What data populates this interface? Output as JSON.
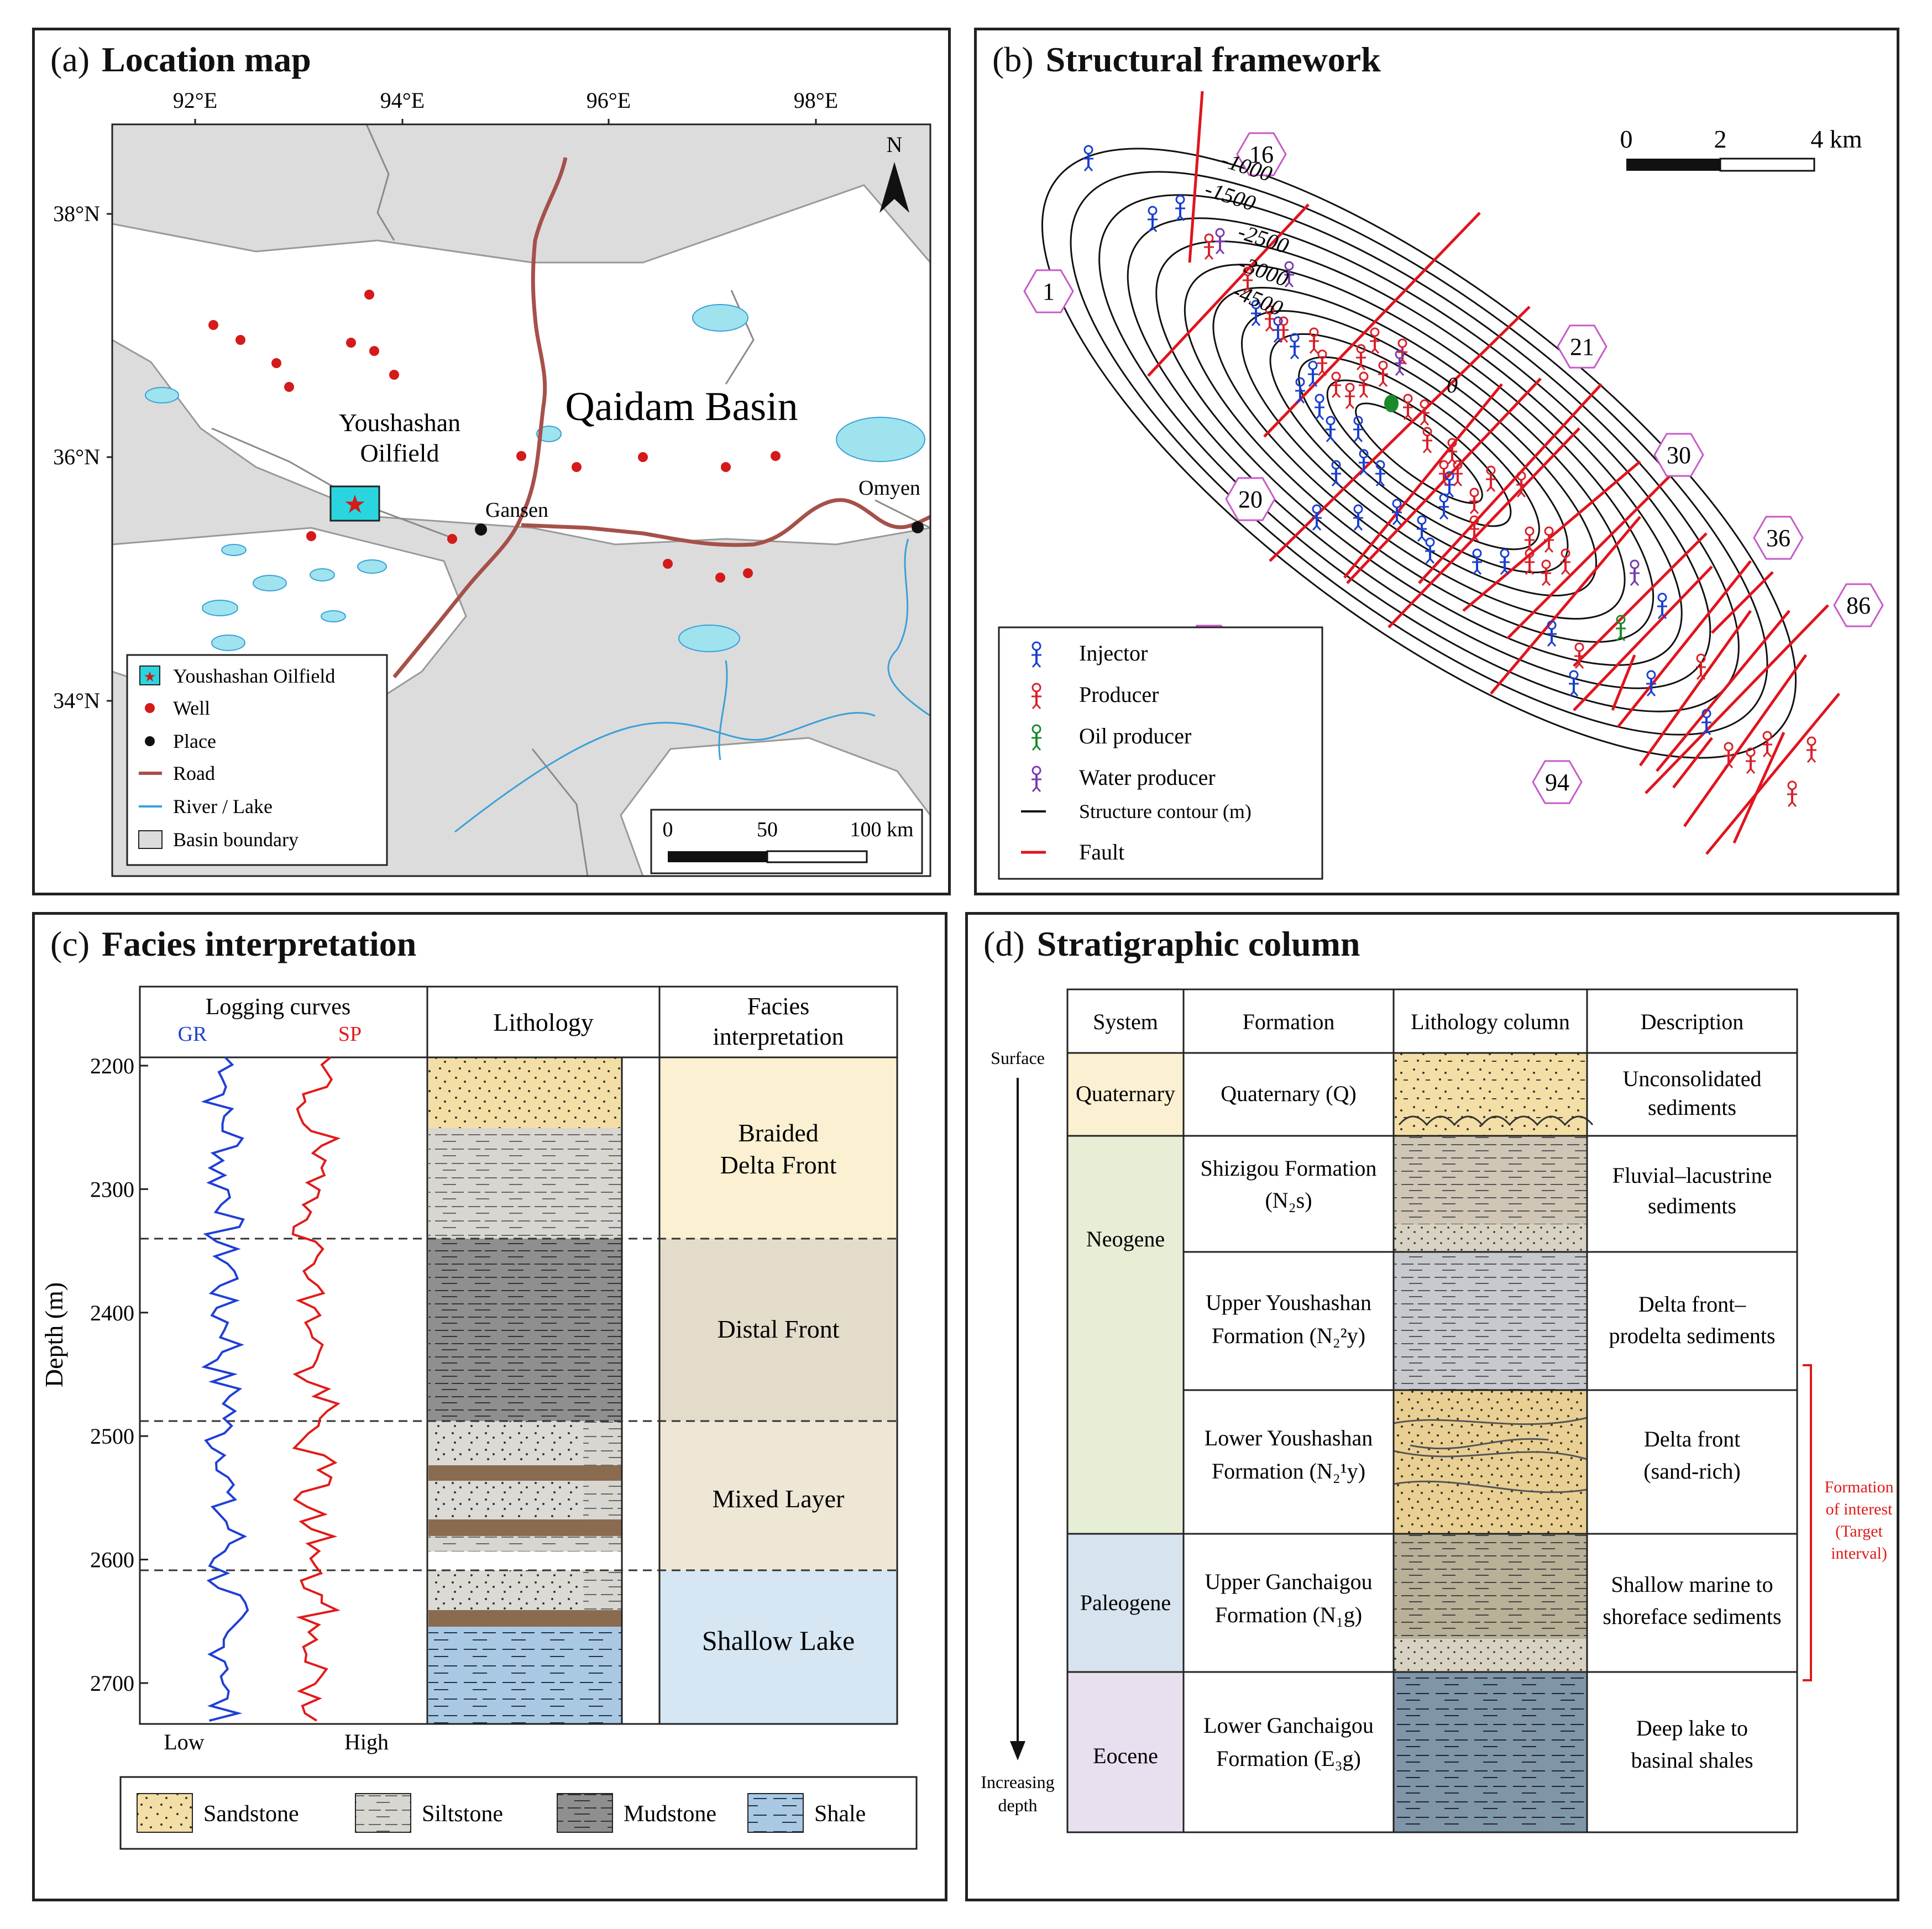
{
  "panels": {
    "a": {
      "tag": "(a)",
      "title": "Location map"
    },
    "b": {
      "tag": "(b)",
      "title": "Structural framework"
    },
    "c": {
      "tag": "(c)",
      "title": "Facies interpretation"
    },
    "d": {
      "tag": "(d)",
      "title": "Stratigraphic column"
    }
  },
  "map": {
    "lon_labels": [
      "92°E",
      "94°E",
      "96°E",
      "98°E"
    ],
    "lat_labels": [
      "38°N",
      "36°N",
      "34°N"
    ],
    "north": "N",
    "basin_label": "Qaidam Basin",
    "oilfield_label_1": "Youshashan",
    "oilfield_label_2": "Oilfield",
    "places": [
      "Gansen",
      "Omyen"
    ],
    "scale": {
      "t0": "0",
      "t1": "50",
      "t2": "100 km"
    },
    "legend": [
      "Youshashan Oilfield",
      "Well",
      "Place",
      "Road",
      "River / Lake",
      "Basin boundary"
    ],
    "colors": {
      "road": "#a5514a",
      "river": "#3aa0d8",
      "lake": "#9fe3ef",
      "basin": "#dcdcdc",
      "well": "#d41a1a"
    }
  },
  "structure": {
    "contour_labels": [
      "-1000",
      "-1500",
      "-2500",
      "-3000",
      "-4500",
      "0"
    ],
    "fault_labels": [
      "16",
      "1",
      "21",
      "20",
      "30",
      "36",
      "86",
      "21",
      "94"
    ],
    "scale": {
      "t0": "0",
      "t1": "2",
      "t2": "4 km"
    },
    "legend": [
      "Injector",
      "Producer",
      "Oil producer",
      "Water producer",
      "Structure contour (m)",
      "Fault"
    ],
    "colors": {
      "injector": "#1a3fd0",
      "producer": "#d8202a",
      "oil": "#1a8a2a",
      "water": "#7a3ab0",
      "fault": "#e0141e",
      "hex": "#c65ac8"
    }
  },
  "facies": {
    "col_logging": "Logging curves",
    "gr": "GR",
    "sp": "SP",
    "col_lithology": "Lithology",
    "col_facies_1": "Facies",
    "col_facies_2": "interpretation",
    "ylabel": "Depth (m)",
    "depth_ticks": [
      "2200",
      "2300",
      "2400",
      "2500",
      "2600",
      "2700"
    ],
    "x_low": "Low",
    "x_high": "High",
    "zones": [
      {
        "name1": "Braided",
        "name2": "Delta Front",
        "color": "#fbf1d2"
      },
      {
        "name1": "Distal Front",
        "name2": "",
        "color": "#e4dccb"
      },
      {
        "name1": "Mixed Layer",
        "name2": "",
        "color": "#efe7d6"
      },
      {
        "name1": "Shallow Lake",
        "name2": "",
        "color": "#d6e6f2"
      }
    ],
    "legend": [
      "Sandstone",
      "Siltstone",
      "Mudstone",
      "Shale"
    ],
    "colors": {
      "gr": "#1f3fd6",
      "sp": "#e21a1a",
      "sandstone": "#f3dea6",
      "siltstone": "#d6d4cf",
      "mudstone": "#8f8f8f",
      "shale": "#a9c8e3",
      "brown": "#8a6b4f"
    }
  },
  "strat": {
    "headers": [
      "System",
      "Formation",
      "Lithology column",
      "Description"
    ],
    "surface": "Surface",
    "increasing_1": "Increasing",
    "increasing_2": "depth",
    "systems": [
      "Quaternary",
      "Neogene",
      "Paleogene",
      "Eocene"
    ],
    "formations": [
      {
        "l1": "Quaternary (Q)",
        "l2": ""
      },
      {
        "l1": "Shizigou Formation",
        "l2": "(N₂s)"
      },
      {
        "l1": "Upper Youshashan",
        "l2": "Formation (N₂²y)"
      },
      {
        "l1": "Lower Youshashan",
        "l2": "Formation (N₂¹y)"
      },
      {
        "l1": "Upper Ganchaigou",
        "l2": "Formation (N₁g)"
      },
      {
        "l1": "Lower Ganchaigou",
        "l2": "Formation (E₃g)"
      }
    ],
    "descriptions": [
      {
        "l1": "Unconsolidated",
        "l2": "sediments"
      },
      {
        "l1": "Fluvial–lacustrine",
        "l2": "sediments"
      },
      {
        "l1": "Delta front–",
        "l2": "prodelta sediments"
      },
      {
        "l1": "Delta front",
        "l2": "(sand-rich)"
      },
      {
        "l1": "Shallow marine to",
        "l2": "shoreface sediments"
      },
      {
        "l1": "Deep lake to",
        "l2": "basinal shales"
      }
    ],
    "interest": [
      "Formation",
      "of interest",
      "(Target",
      "interval)"
    ],
    "colors": {
      "quaternary": "#fbf1d2",
      "neogene": "#e6eed6",
      "paleogene": "#d7e4ef",
      "eocene": "#e8e0ee",
      "interest": "#e01a1a"
    }
  }
}
